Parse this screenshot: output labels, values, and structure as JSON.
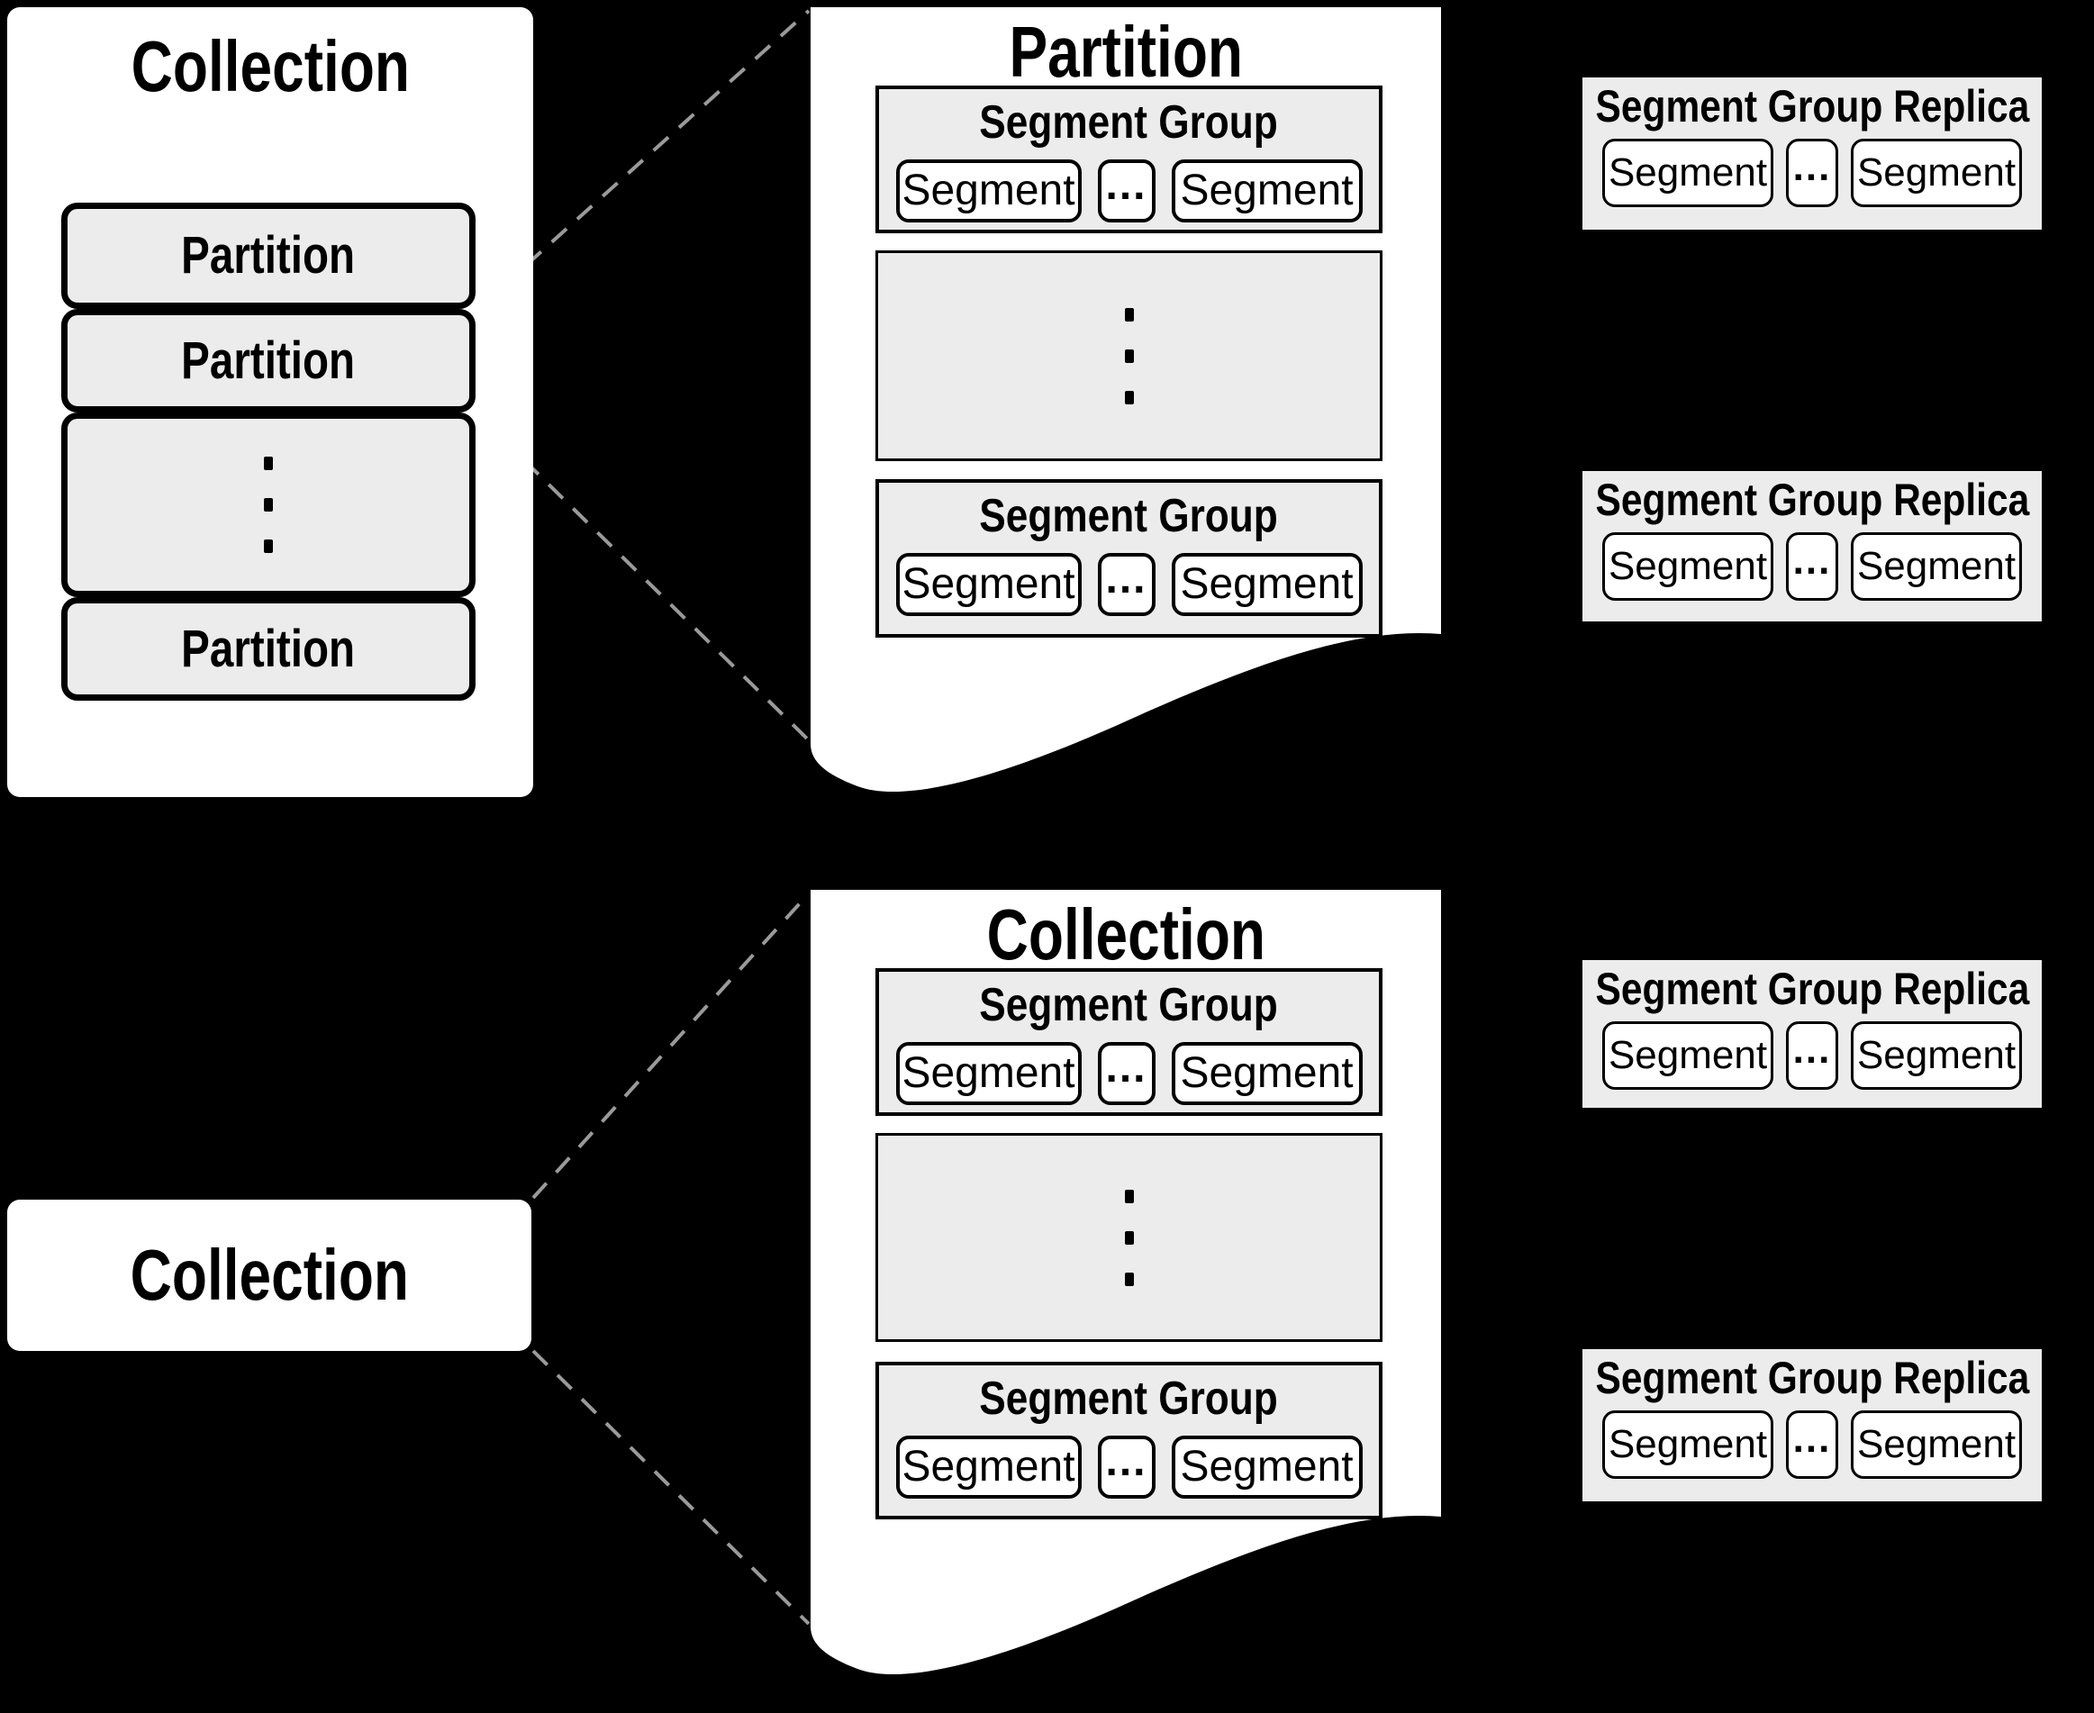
{
  "colors": {
    "background": "#000000",
    "panel": "#ffffff",
    "box_fill": "#ececec",
    "border": "#000000",
    "dashed_line": "#9a9a9a"
  },
  "left_collection": {
    "title": "Collection",
    "partitions": [
      "Partition",
      "Partition",
      "Partition"
    ]
  },
  "partition_detail": {
    "title": "Partition",
    "segment_groups": [
      {
        "title": "Segment Group",
        "segments": [
          "Segment",
          "...",
          "Segment"
        ]
      },
      {
        "title": "Segment Group",
        "segments": [
          "Segment",
          "...",
          "Segment"
        ]
      }
    ]
  },
  "bottom_collection": {
    "title": "Collection"
  },
  "collection_detail": {
    "title": "Collection",
    "segment_groups": [
      {
        "title": "Segment Group",
        "segments": [
          "Segment",
          "...",
          "Segment"
        ]
      },
      {
        "title": "Segment Group",
        "segments": [
          "Segment",
          "...",
          "Segment"
        ]
      }
    ]
  },
  "replicas": [
    {
      "title": "Segment Group Replica",
      "segments": [
        "Segment",
        "...",
        "Segment"
      ]
    },
    {
      "title": "Segment Group Replica",
      "segments": [
        "Segment",
        "...",
        "Segment"
      ]
    },
    {
      "title": "Segment Group Replica",
      "segments": [
        "Segment",
        "...",
        "Segment"
      ]
    },
    {
      "title": "Segment Group Replica",
      "segments": [
        "Segment",
        "...",
        "Segment"
      ]
    }
  ]
}
